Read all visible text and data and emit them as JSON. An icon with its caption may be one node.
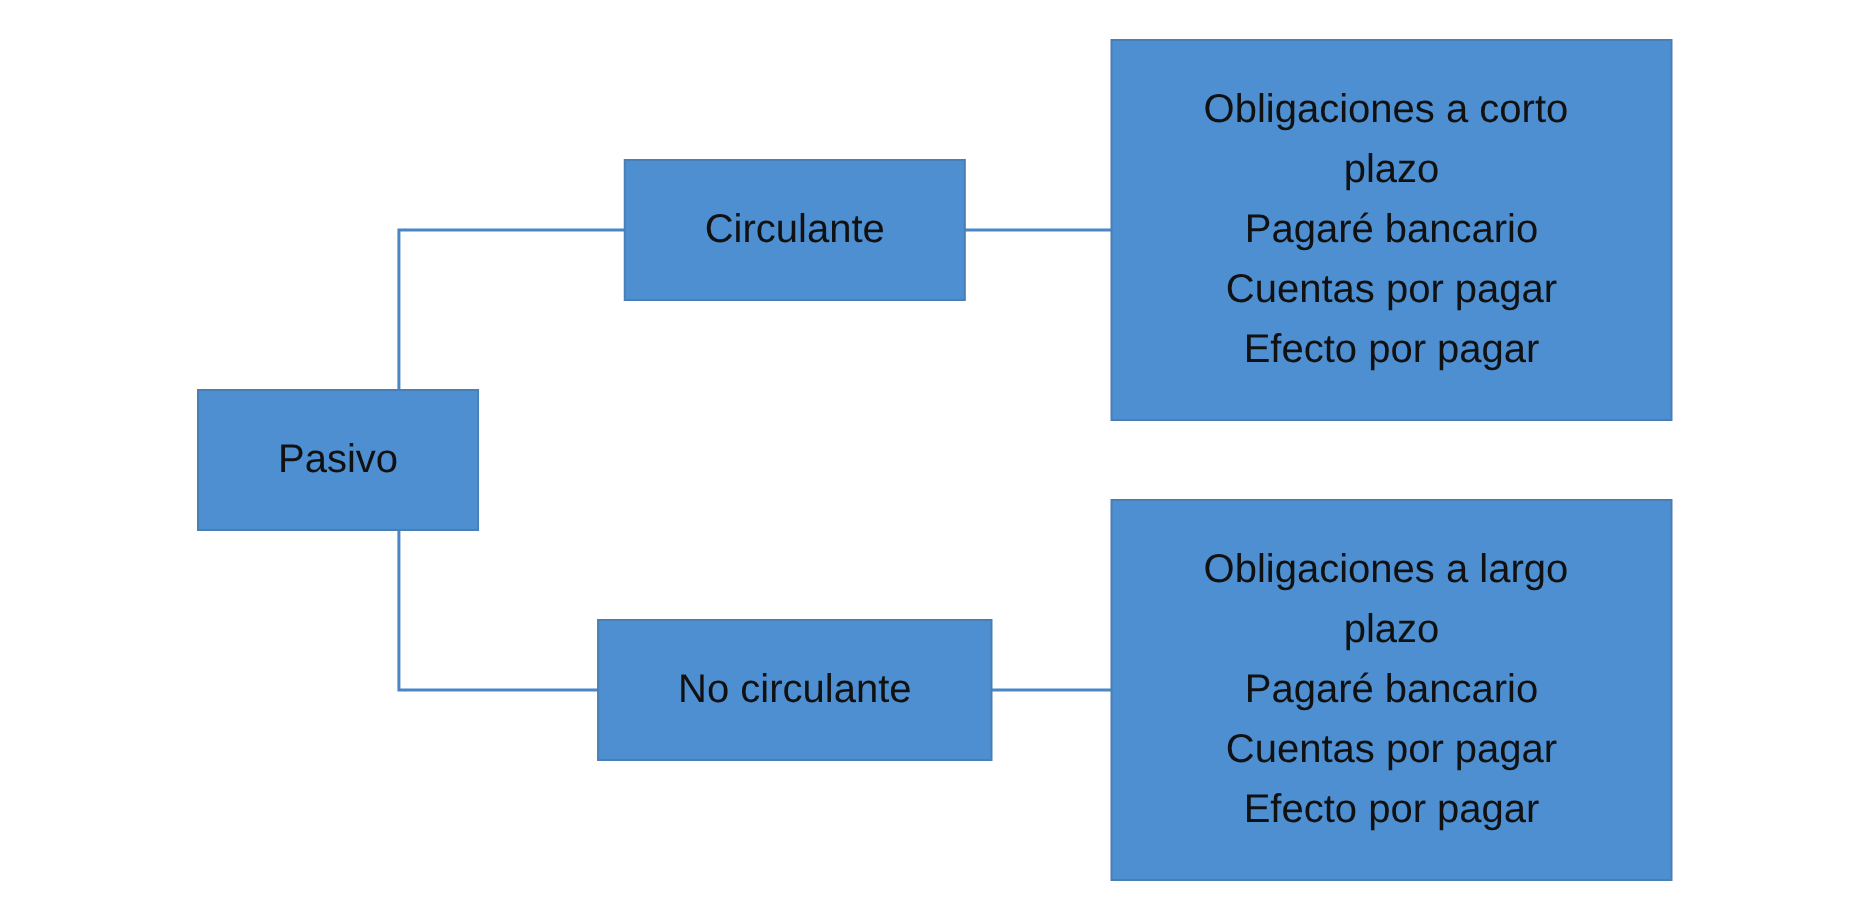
{
  "diagram": {
    "nodes": [
      {
        "text": [
          "Pasivo"
        ]
      },
      {
        "text": [
          "Circulante"
        ]
      },
      {
        "text": [
          "No circulante"
        ]
      },
      {
        "text": [
          "Obligaciones a corto plazo",
          "Pagaré bancario",
          "Cuentas por pagar",
          "Efecto por pagar"
        ]
      },
      {
        "text": [
          "Obligaciones a largo plazo",
          "Pagaré bancario",
          "Cuentas por pagar",
          "Efecto por pagar"
        ]
      }
    ],
    "edges": [
      {
        "from": 0,
        "to": 1,
        "arrow": "none"
      },
      {
        "from": 0,
        "to": 2,
        "arrow": "none"
      },
      {
        "from": 1,
        "to": 3,
        "arrow": "none"
      },
      {
        "from": 2,
        "to": 4,
        "arrow": "none"
      }
    ]
  }
}
